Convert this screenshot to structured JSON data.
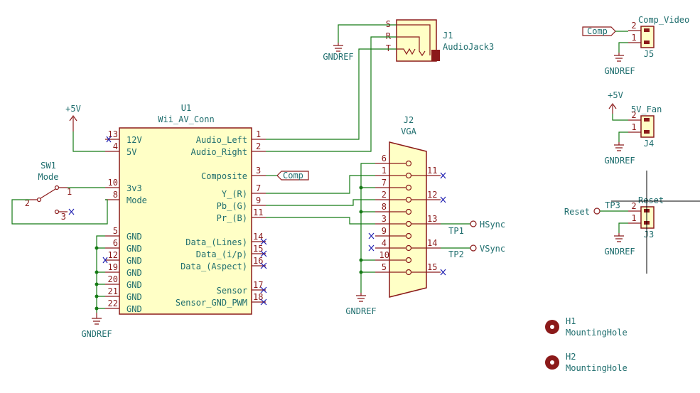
{
  "u1": {
    "ref": "U1",
    "value": "Wii_AV_Conn",
    "pins": [
      {
        "num": "13",
        "name": "12V"
      },
      {
        "num": "4",
        "name": "5V"
      },
      {
        "num": "10",
        "name": "3v3"
      },
      {
        "num": "8",
        "name": "Mode"
      },
      {
        "num": "5",
        "name": "GND"
      },
      {
        "num": "6",
        "name": "GND"
      },
      {
        "num": "12",
        "name": "GND"
      },
      {
        "num": "19",
        "name": "GND"
      },
      {
        "num": "20",
        "name": "GND"
      },
      {
        "num": "21",
        "name": "GND"
      },
      {
        "num": "22",
        "name": "GND"
      },
      {
        "num": "1",
        "name": "Audio_Left"
      },
      {
        "num": "2",
        "name": "Audio_Right"
      },
      {
        "num": "3",
        "name": "Composite"
      },
      {
        "num": "7",
        "name": "Y_(R)"
      },
      {
        "num": "9",
        "name": "Pb_(G)"
      },
      {
        "num": "11",
        "name": "Pr_(B)"
      },
      {
        "num": "14",
        "name": "Data_(Lines)"
      },
      {
        "num": "15",
        "name": "Data_(i/p)"
      },
      {
        "num": "16",
        "name": "Data_(Aspect)"
      },
      {
        "num": "17",
        "name": "Sensor"
      },
      {
        "num": "18",
        "name": "Sensor_GND_PWM"
      }
    ]
  },
  "sw1": {
    "ref": "SW1",
    "value": "Mode",
    "pins": [
      "1",
      "2",
      "3"
    ]
  },
  "j1": {
    "ref": "J1",
    "value": "AudioJack3",
    "pins": [
      "S",
      "R",
      "T"
    ]
  },
  "j2": {
    "ref": "J2",
    "value": "VGA",
    "pins": [
      "6",
      "1",
      "7",
      "2",
      "8",
      "3",
      "9",
      "4",
      "10",
      "5",
      "11",
      "12",
      "13",
      "14",
      "15"
    ]
  },
  "j5": {
    "ref": "J5",
    "value": "Comp_Video",
    "pins": [
      "2",
      "1"
    ]
  },
  "j4": {
    "ref": "J4",
    "value": "5V_Fan",
    "pins": [
      "2",
      "1"
    ]
  },
  "j3": {
    "ref": "J3",
    "value": "Reset",
    "pins": [
      "2",
      "1"
    ]
  },
  "tp1": {
    "ref": "TP1",
    "net": "HSync"
  },
  "tp2": {
    "ref": "TP2",
    "net": "VSync"
  },
  "tp3": {
    "ref": "TP3",
    "net": "Reset"
  },
  "h1": {
    "ref": "H1",
    "value": "MountingHole"
  },
  "h2": {
    "ref": "H2",
    "value": "MountingHole"
  },
  "power": {
    "plus5v": "+5V",
    "gnd": "GNDREF"
  },
  "labels": {
    "comp": "Comp"
  }
}
